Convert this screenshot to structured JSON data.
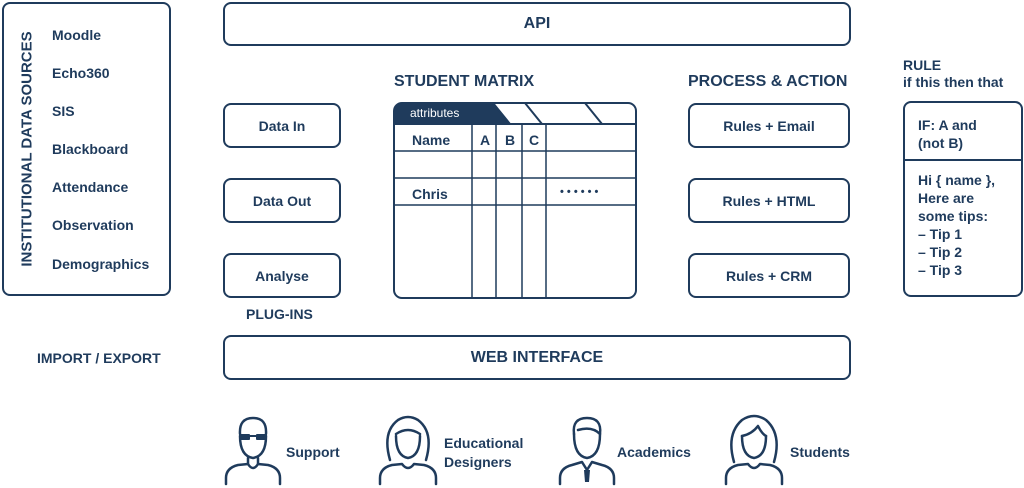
{
  "sources": {
    "title": "INSTITUTIONAL DATA SOURCES",
    "items": [
      "Moodle",
      "Echo360",
      "SIS",
      "Blackboard",
      "Attendance",
      "Observation",
      "Demographics"
    ]
  },
  "api": "API",
  "plugins": {
    "data_in": "Data In",
    "data_out": "Data Out",
    "analyse": "Analyse",
    "label": "PLUG-INS"
  },
  "matrix": {
    "title": "STUDENT MATRIX",
    "tab": "attributes",
    "col_name": "Name",
    "cols": [
      "A",
      "B",
      "C"
    ],
    "row_name": "Chris",
    "dots": "• • • • • •"
  },
  "process": {
    "title": "PROCESS & ACTION",
    "items": [
      "Rules + Email",
      "Rules + HTML",
      "Rules + CRM"
    ]
  },
  "rule": {
    "title": "RULE",
    "subtitle": "if this then that",
    "condition_1": "IF: A and",
    "condition_2": "(not B)",
    "body": [
      "Hi { name },",
      "Here are",
      "some tips:",
      "– Tip 1",
      "– Tip 2",
      "– Tip 3"
    ]
  },
  "import_export": "IMPORT / EXPORT",
  "web_interface": "WEB INTERFACE",
  "people": {
    "support": "Support",
    "designers_1": "Educational",
    "designers_2": "Designers",
    "academics": "Academics",
    "students": "Students"
  }
}
